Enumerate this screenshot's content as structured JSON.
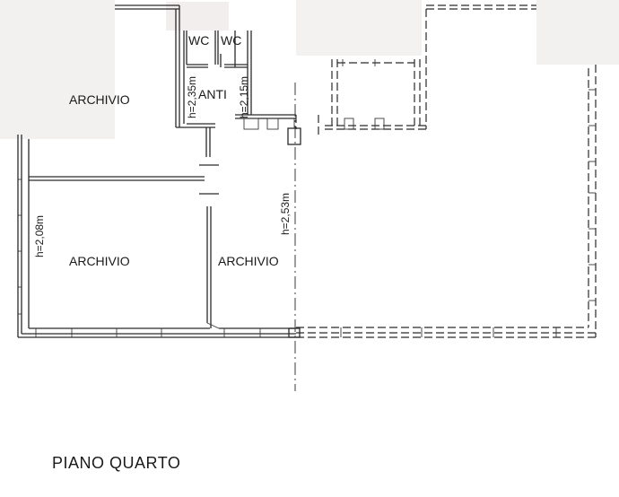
{
  "rooms": {
    "archivio_top_left": "ARCHIVIO",
    "archivio_bottom_left": "ARCHIVIO",
    "archivio_center": "ARCHIVIO",
    "wc_left": "WC",
    "wc_right": "WC",
    "anti": "ANTI"
  },
  "heights": {
    "anti_left": "h=2,35m",
    "anti_right": "h=2,15m",
    "archivio_left": "h=2,08m",
    "main": "h=2,53m"
  },
  "title": "PIANO QUARTO",
  "colors": {
    "lines": "#2a2a2a",
    "background": "#ffffff",
    "redacted_patch": "#f1eded"
  }
}
